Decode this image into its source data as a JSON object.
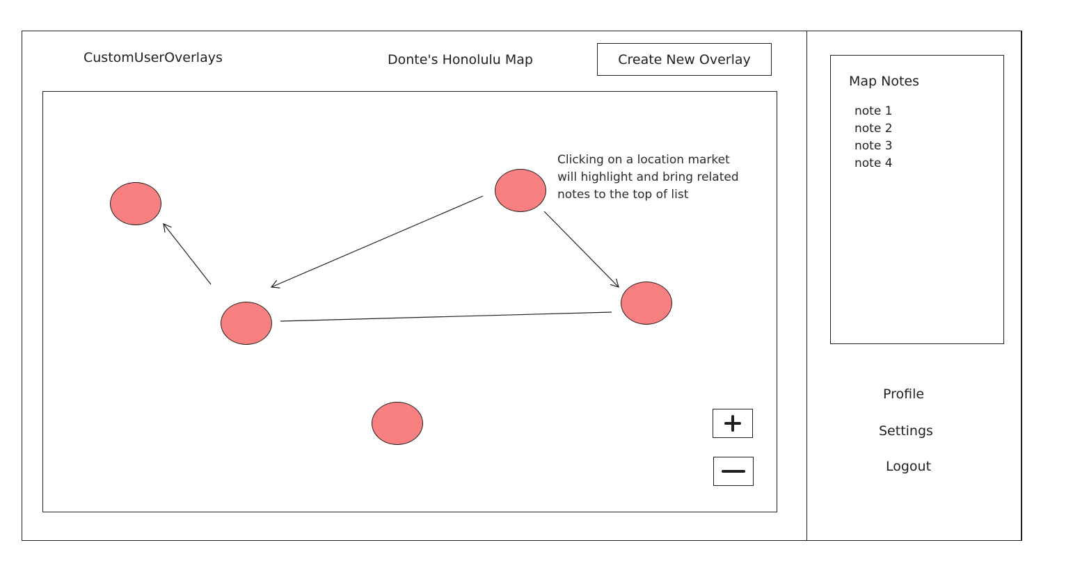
{
  "header": {
    "app_title": "CustomUserOverlays",
    "map_title": "Donte's Honolulu Map",
    "create_button_label": "Create New Overlay"
  },
  "map": {
    "annotation_lines": [
      "Clicking on a location market",
      "will highlight and bring related",
      "notes to the top of list"
    ],
    "marker_color": "#f88080",
    "zoom_in_icon": "plus-icon",
    "zoom_out_icon": "minus-icon"
  },
  "sidebar": {
    "notes_title": "Map Notes",
    "notes": [
      "note 1",
      "note 2",
      "note 3",
      "note 4"
    ],
    "nav": {
      "profile": "Profile",
      "settings": "Settings",
      "logout": "Logout"
    }
  }
}
